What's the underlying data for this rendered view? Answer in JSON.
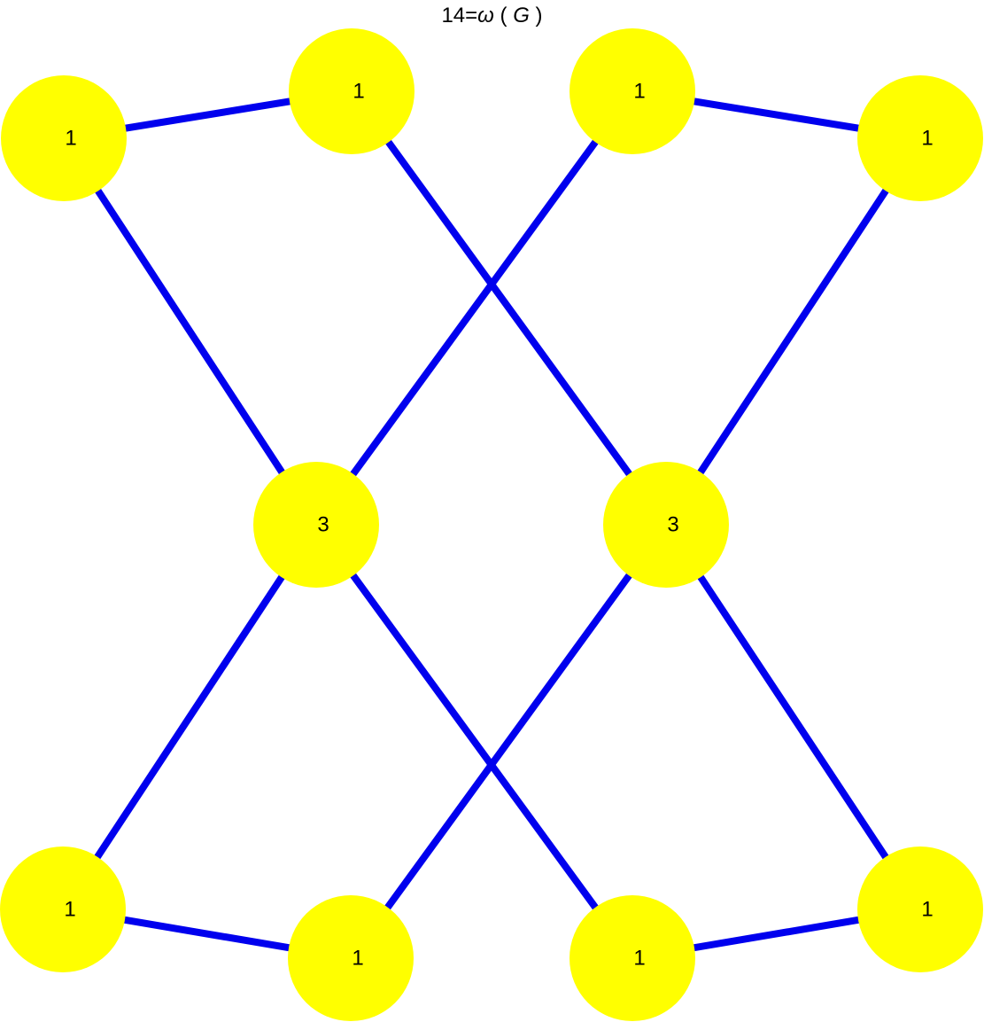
{
  "title": {
    "value_prefix": "14=",
    "omega": "ω",
    "open": " ( ",
    "variable": "G",
    "close": " )"
  },
  "colors": {
    "node_fill": "#ffff00",
    "edge_stroke": "#0000ee",
    "label": "#000000",
    "background": "#ffffff"
  },
  "graph": {
    "nodes": [
      {
        "id": "n1",
        "label": "1"
      },
      {
        "id": "n2",
        "label": "1"
      },
      {
        "id": "n3",
        "label": "1"
      },
      {
        "id": "n4",
        "label": "1"
      },
      {
        "id": "n5",
        "label": "3"
      },
      {
        "id": "n6",
        "label": "3"
      },
      {
        "id": "n7",
        "label": "1"
      },
      {
        "id": "n8",
        "label": "1"
      },
      {
        "id": "n9",
        "label": "1"
      },
      {
        "id": "n10",
        "label": "1"
      }
    ],
    "edges": [
      [
        "n1",
        "n2"
      ],
      [
        "n3",
        "n4"
      ],
      [
        "n1",
        "n5"
      ],
      [
        "n2",
        "n6"
      ],
      [
        "n3",
        "n5"
      ],
      [
        "n4",
        "n6"
      ],
      [
        "n5",
        "n7"
      ],
      [
        "n5",
        "n9"
      ],
      [
        "n6",
        "n8"
      ],
      [
        "n6",
        "n10"
      ],
      [
        "n7",
        "n8"
      ],
      [
        "n9",
        "n10"
      ]
    ]
  }
}
